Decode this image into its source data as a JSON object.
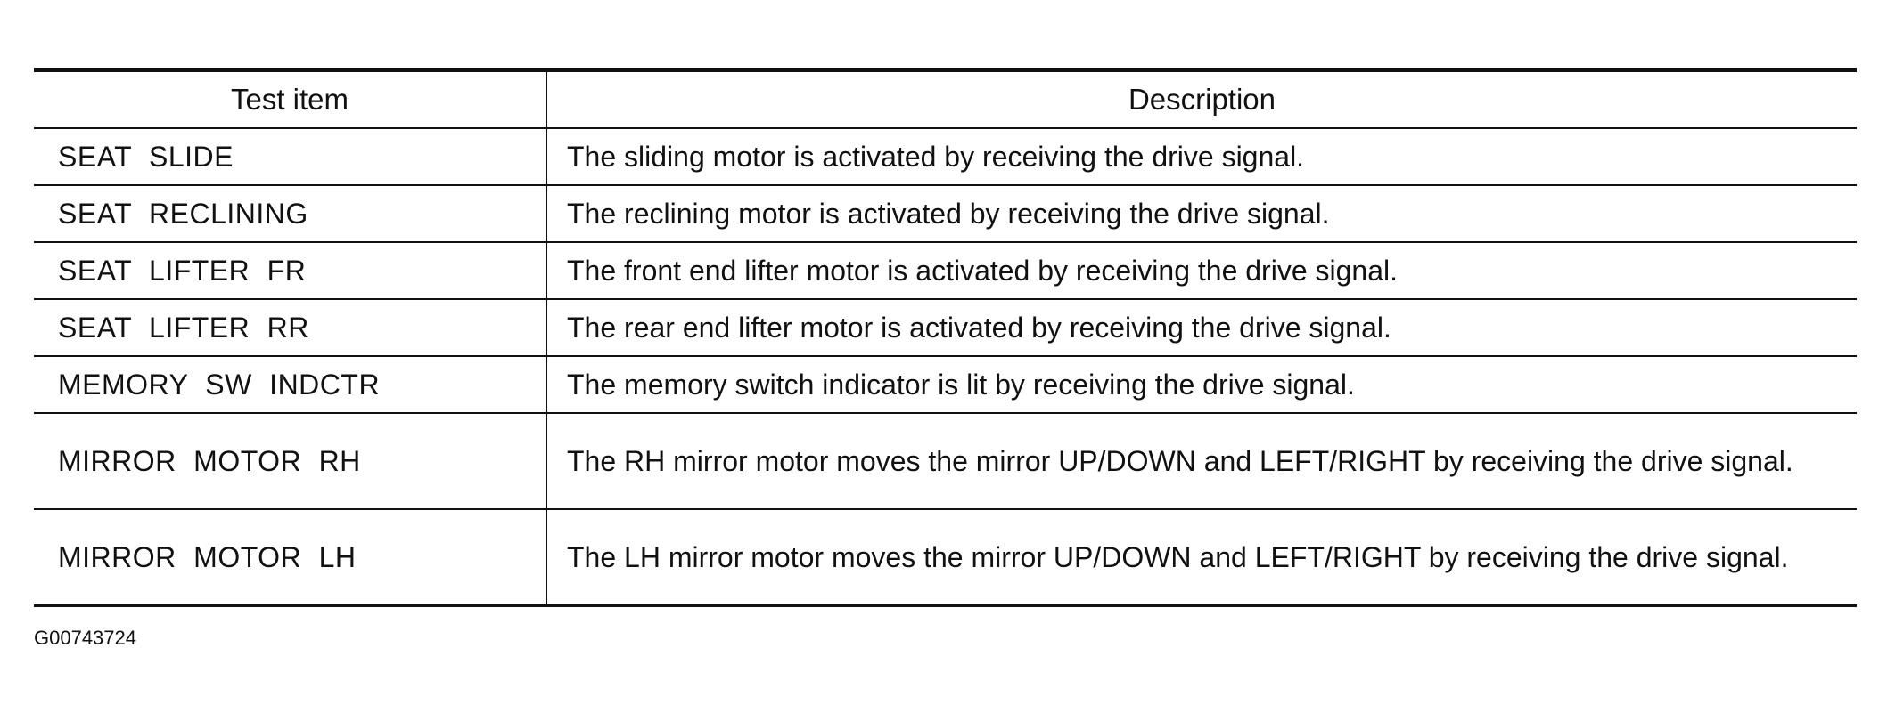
{
  "table": {
    "headers": {
      "col1": "Test item",
      "col2": "Description"
    },
    "rows": [
      {
        "item": "SEAT SLIDE",
        "description": "The sliding motor is activated by receiving the drive signal."
      },
      {
        "item": "SEAT RECLINING",
        "description": "The reclining motor is activated by receiving the drive signal."
      },
      {
        "item": "SEAT LIFTER FR",
        "description": "The front end lifter motor is activated by receiving the drive signal."
      },
      {
        "item": "SEAT LIFTER RR",
        "description": "The rear end lifter motor is activated by receiving the drive signal."
      },
      {
        "item": "MEMORY SW INDCTR",
        "description": "The memory switch indicator is lit by receiving the drive signal."
      },
      {
        "item": "MIRROR MOTOR RH",
        "description": "The RH mirror motor moves the mirror UP/DOWN and LEFT/RIGHT by receiving the drive signal."
      },
      {
        "item": "MIRROR MOTOR LH",
        "description": "The LH mirror motor moves the mirror UP/DOWN and LEFT/RIGHT by receiving the drive signal."
      }
    ]
  },
  "figure_id": "G00743724"
}
